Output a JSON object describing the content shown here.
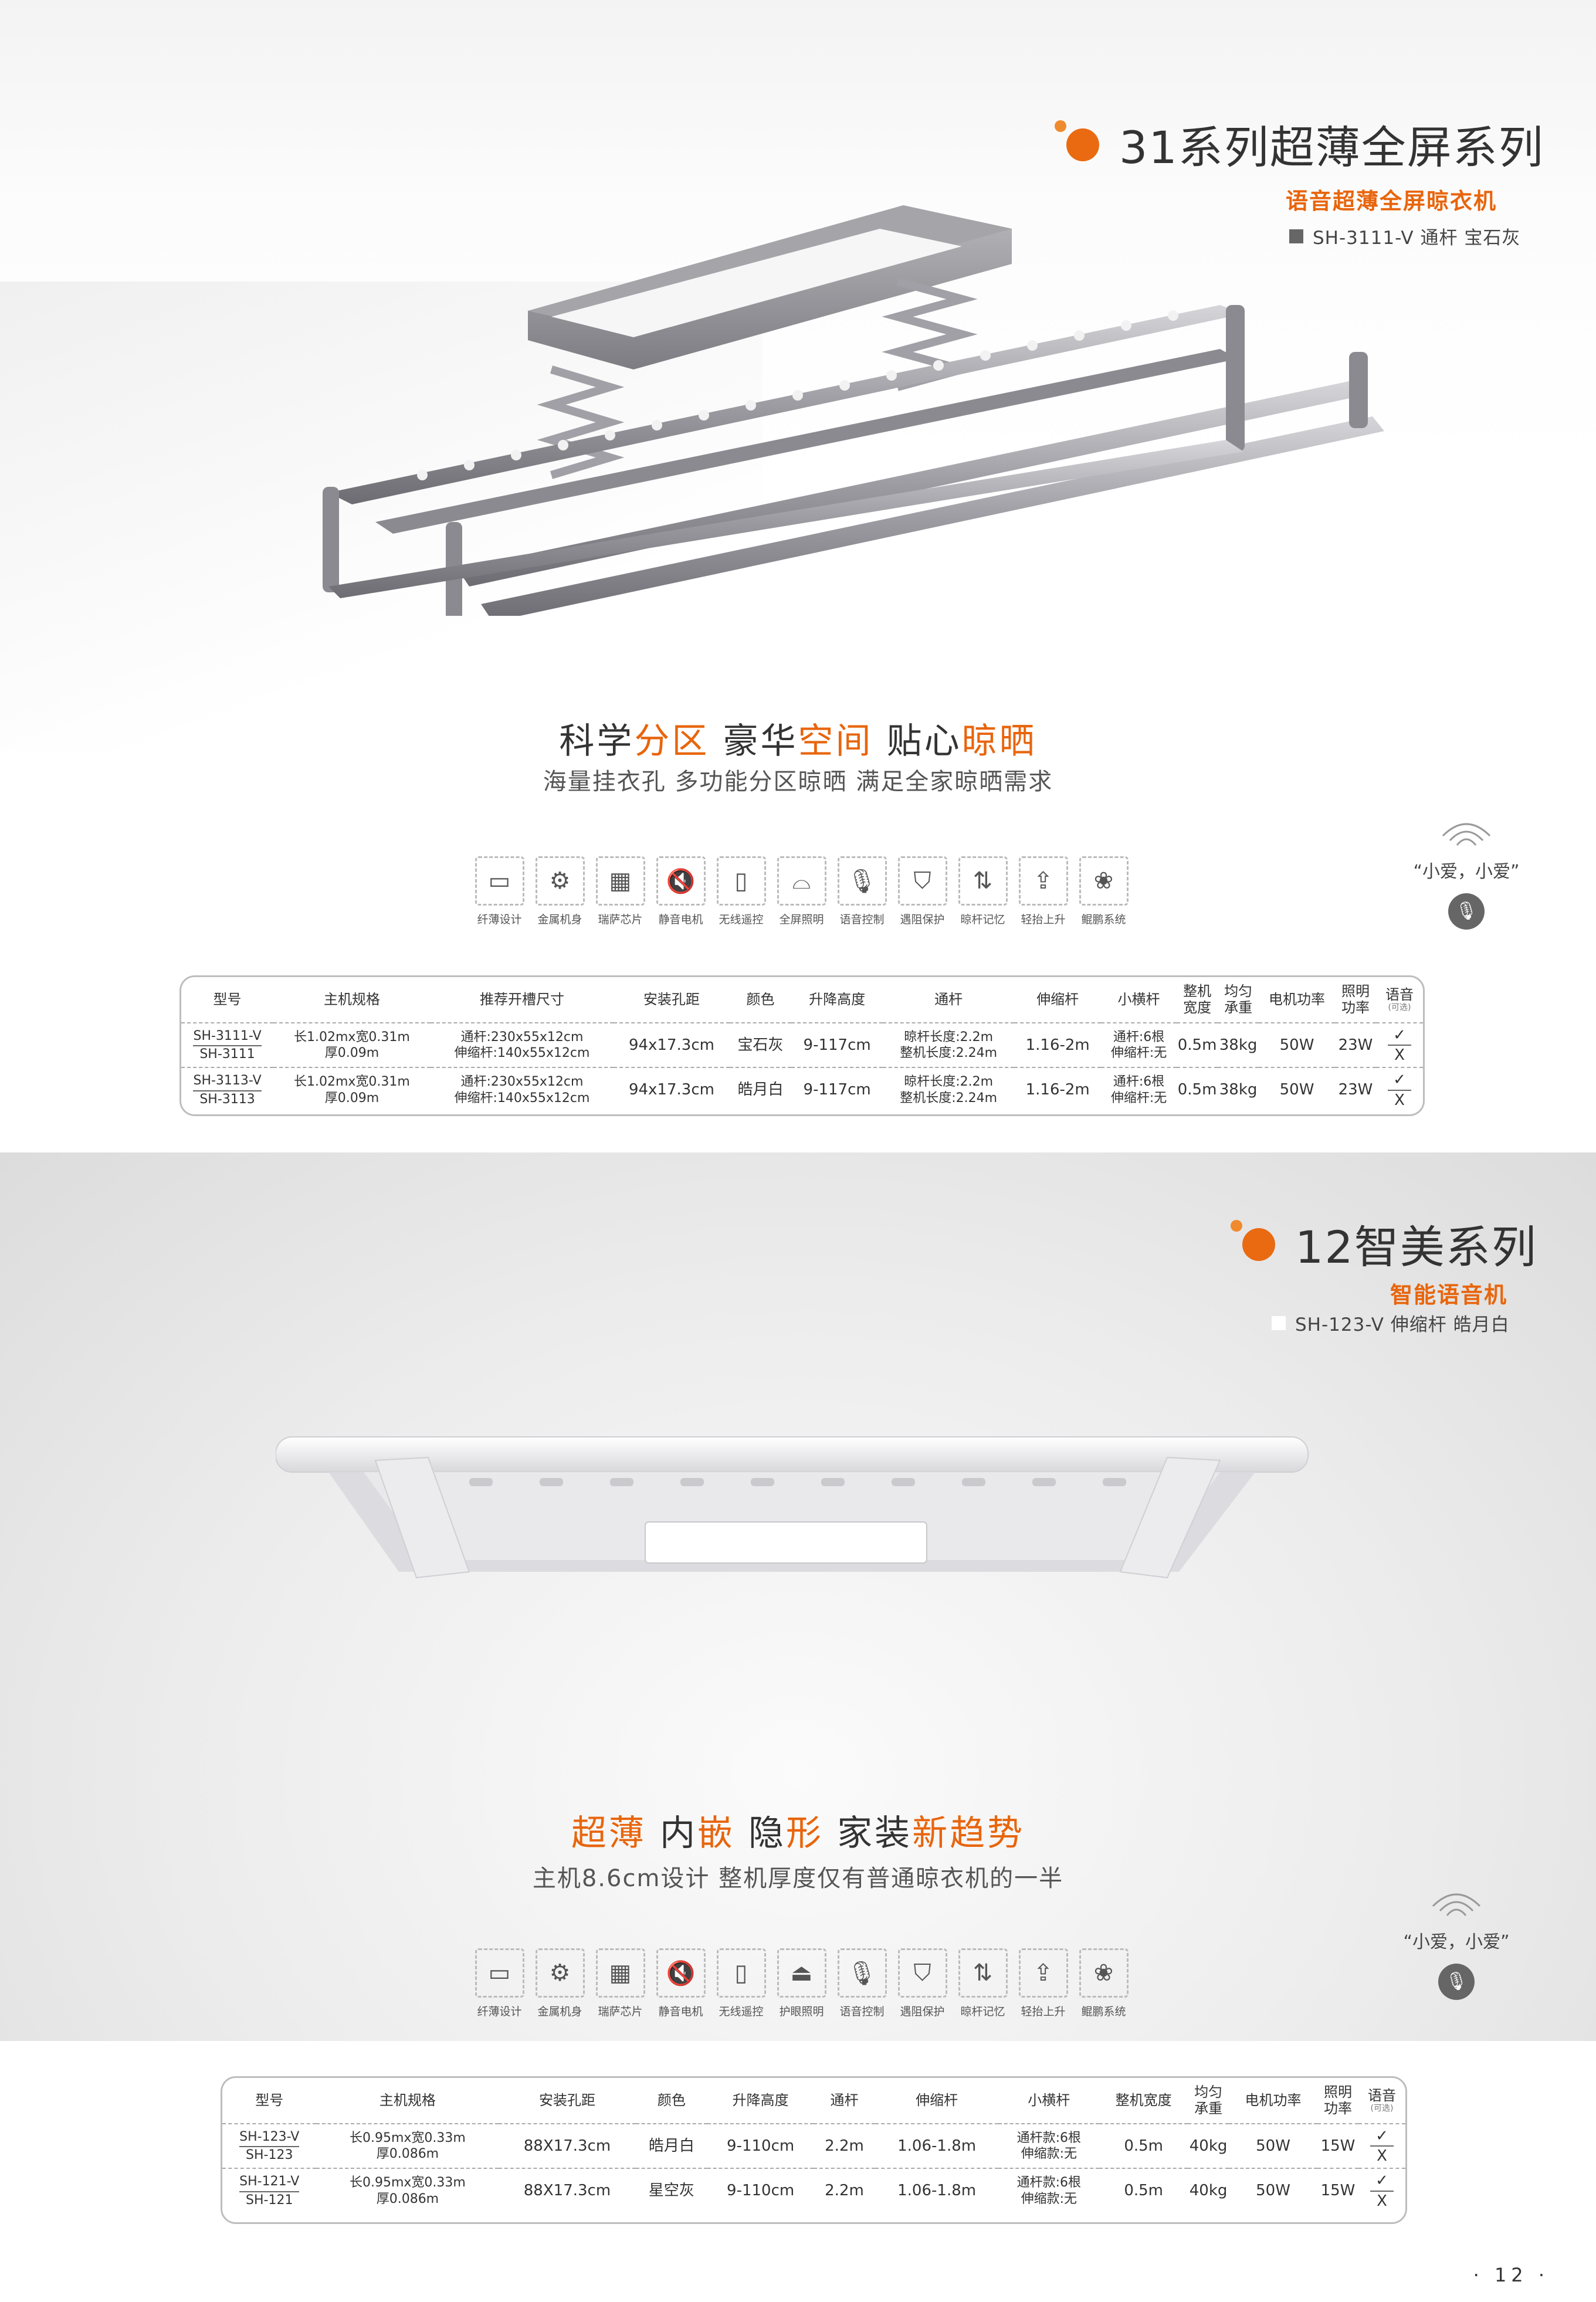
{
  "series1": {
    "title": "31系列超薄全屏系列",
    "product": "语音超薄全屏晾衣机",
    "model_line": "SH-3111-V 通杆 宝石灰",
    "swatch_color": "#666666",
    "slogan": {
      "p1": "科学",
      "h1": "分区",
      "p2": " 豪华",
      "h2": "空间",
      "p3": " 贴心",
      "h3": "晾晒"
    },
    "slogan_sub": "海量挂衣孔 多功能分区晾晒 满足全家晾晒需求",
    "features": [
      {
        "icon": "slim-icon",
        "label": "纤薄设计"
      },
      {
        "icon": "gear-icon",
        "label": "金属机身"
      },
      {
        "icon": "chip-icon",
        "label": "瑞萨芯片"
      },
      {
        "icon": "mute-icon",
        "label": "静音电机"
      },
      {
        "icon": "remote-icon",
        "label": "无线遥控"
      },
      {
        "icon": "lamp-icon",
        "label": "全屏照明"
      },
      {
        "icon": "mic-icon",
        "label": "语音控制"
      },
      {
        "icon": "shield-icon",
        "label": "遇阻保护"
      },
      {
        "icon": "memory-icon",
        "label": "晾杆记忆"
      },
      {
        "icon": "lift-icon",
        "label": "轻抬上升"
      },
      {
        "icon": "kunpeng-icon",
        "label": "鲲鹏系统"
      }
    ],
    "voice": "“小爱，小爱”",
    "table": {
      "headers": [
        "型号",
        "主机规格",
        "推荐开槽尺寸",
        "安装孔距",
        "颜色",
        "升降高度",
        "通杆",
        "伸缩杆",
        "小横杆",
        "整机宽度",
        "均匀承重",
        "电机功率",
        "照明功率",
        "语音"
      ],
      "voice_note": "(可选)",
      "rows": [
        {
          "model_a": "SH-3111-V",
          "model_b": "SH-3111",
          "spec_a": "长1.02mx宽0.31m",
          "spec_b": "厚0.09m",
          "slot_a": "通杆:230x55x12cm",
          "slot_b": "伸缩杆:140x55x12cm",
          "hole": "94x17.3cm",
          "color": "宝石灰",
          "lift": "9-117cm",
          "pole_a": "晾杆长度:2.2m",
          "pole_b": "整机长度:2.24m",
          "tele": "1.16-2m",
          "bar_a": "通杆:6根",
          "bar_b": "伸缩杆:无",
          "width": "0.5m",
          "load": "38kg",
          "motor": "50W",
          "light": "23W",
          "voice_yes": "✓",
          "voice_no": "X"
        },
        {
          "model_a": "SH-3113-V",
          "model_b": "SH-3113",
          "spec_a": "长1.02mx宽0.31m",
          "spec_b": "厚0.09m",
          "slot_a": "通杆:230x55x12cm",
          "slot_b": "伸缩杆:140x55x12cm",
          "hole": "94x17.3cm",
          "color": "皓月白",
          "lift": "9-117cm",
          "pole_a": "晾杆长度:2.2m",
          "pole_b": "整机长度:2.24m",
          "tele": "1.16-2m",
          "bar_a": "通杆:6根",
          "bar_b": "伸缩杆:无",
          "width": "0.5m",
          "load": "38kg",
          "motor": "50W",
          "light": "23W",
          "voice_yes": "✓",
          "voice_no": "X"
        }
      ]
    }
  },
  "series2": {
    "title": "12智美系列",
    "product": "智能语音机",
    "model_line": "SH-123-V 伸缩杆 皓月白",
    "swatch_color": "#ffffff",
    "slogan": {
      "h1": "超",
      "p1": "",
      "h2": "薄",
      "p2": " 内",
      "h3": "嵌",
      "p3": " 隐",
      "h4": "形",
      "p4": " 家装",
      "h5": "新趋势"
    },
    "slogan_sub": "主机8.6cm设计 整机厚度仅有普通晾衣机的一半",
    "features": [
      {
        "icon": "slim-icon",
        "label": "纤薄设计"
      },
      {
        "icon": "gear-icon",
        "label": "金属机身"
      },
      {
        "icon": "chip-icon",
        "label": "瑞萨芯片"
      },
      {
        "icon": "mute-icon",
        "label": "静音电机"
      },
      {
        "icon": "remote-icon",
        "label": "无线遥控"
      },
      {
        "icon": "eye-lamp-icon",
        "label": "护眼照明"
      },
      {
        "icon": "mic-icon",
        "label": "语音控制"
      },
      {
        "icon": "shield-icon",
        "label": "遇阻保护"
      },
      {
        "icon": "memory-icon",
        "label": "晾杆记忆"
      },
      {
        "icon": "lift-icon",
        "label": "轻抬上升"
      },
      {
        "icon": "kunpeng-icon",
        "label": "鲲鹏系统"
      }
    ],
    "voice": "“小爱，小爱”",
    "table": {
      "headers": [
        "型号",
        "主机规格",
        "安装孔距",
        "颜色",
        "升降高度",
        "通杆",
        "伸缩杆",
        "小横杆",
        "整机宽度",
        "均匀承重",
        "电机功率",
        "照明功率",
        "语音"
      ],
      "voice_note": "(可选)",
      "rows": [
        {
          "model_a": "SH-123-V",
          "model_b": "SH-123",
          "spec_a": "长0.95mx宽0.33m",
          "spec_b": "厚0.086m",
          "hole": "88X17.3cm",
          "color": "皓月白",
          "lift": "9-110cm",
          "pole": "2.2m",
          "tele": "1.06-1.8m",
          "bar_a": "通杆款:6根",
          "bar_b": "伸缩款:无",
          "width": "0.5m",
          "load": "40kg",
          "motor": "50W",
          "light": "15W",
          "voice_yes": "✓",
          "voice_no": "X"
        },
        {
          "model_a": "SH-121-V",
          "model_b": "SH-121",
          "spec_a": "长0.95mx宽0.33m",
          "spec_b": "厚0.086m",
          "hole": "88X17.3cm",
          "color": "星空灰",
          "lift": "9-110cm",
          "pole": "2.2m",
          "tele": "1.06-1.8m",
          "bar_a": "通杆款:6根",
          "bar_b": "伸缩款:无",
          "width": "0.5m",
          "load": "40kg",
          "motor": "50W",
          "light": "15W",
          "voice_yes": "✓",
          "voice_no": "X"
        }
      ]
    }
  },
  "page_number": "· 12 ·"
}
